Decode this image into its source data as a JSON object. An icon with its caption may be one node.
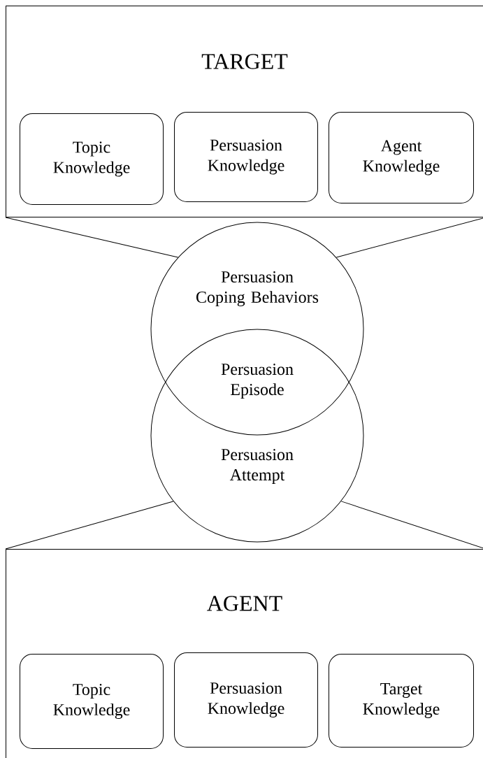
{
  "diagram": {
    "nodes": [
      {
        "text": [
          "TARGET"
        ]
      },
      {
        "text": [
          "Topic Knowledge"
        ],
        "in": 0
      },
      {
        "text": [
          "Persuasion Knowledge"
        ],
        "in": 0
      },
      {
        "text": [
          "Agent Knowledge"
        ],
        "in": 0
      },
      {
        "text": [
          "Persuasion Coping Behaviors"
        ]
      },
      {
        "text": [
          "Persuasion Episode"
        ]
      },
      {
        "text": [
          "Persuasion Attempt"
        ]
      },
      {
        "text": [
          "AGENT"
        ]
      },
      {
        "text": [
          "Topic Knowledge"
        ],
        "in": 7
      },
      {
        "text": [
          "Persuasion Knowledge"
        ],
        "in": 7
      },
      {
        "text": [
          "Target Knowledge"
        ],
        "in": 7
      }
    ],
    "edges": [
      {
        "from": 0,
        "to": 4,
        "arrow": "none"
      },
      {
        "from": 0,
        "to": 4,
        "arrow": "none"
      },
      {
        "from": 6,
        "to": 7,
        "arrow": "none"
      },
      {
        "from": 6,
        "to": 7,
        "arrow": "none"
      }
    ]
  }
}
